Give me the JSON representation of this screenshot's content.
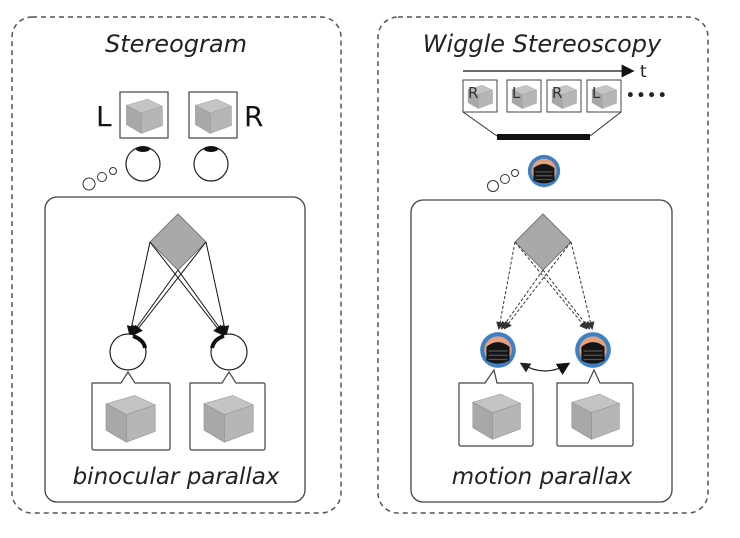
{
  "left_panel": {
    "title": "Stereogram",
    "left_label": "L",
    "right_label": "R",
    "caption": "binocular parallax"
  },
  "right_panel": {
    "title": "Wiggle Stereoscopy",
    "time_label": "t",
    "frames": [
      "R",
      "L",
      "R",
      "L"
    ],
    "ellipsis": "∙∙∙∙",
    "caption": "motion parallax"
  },
  "colors": {
    "cube_face_light": "#bdbdbd",
    "cube_face_mid": "#9e9e9e",
    "cube_face_dark": "#8a8a8a",
    "diamond": "#a9a9a9",
    "head_blue": "#4a86c8",
    "skin": "#e4a07c"
  },
  "icons": [
    "eye-icon",
    "cube-icon",
    "head-icon",
    "thought-bubble-icon"
  ]
}
